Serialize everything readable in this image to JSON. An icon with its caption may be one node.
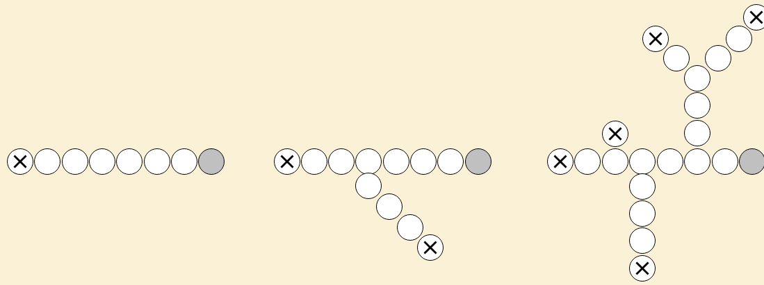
{
  "diagram": {
    "nodes": [
      {
        "text": [],
        "shape": "circle"
      },
      {
        "text": [],
        "shape": "circle"
      },
      {
        "text": [],
        "shape": "circle"
      },
      {
        "text": [],
        "shape": "circle"
      },
      {
        "text": [],
        "shape": "circle"
      },
      {
        "text": [],
        "shape": "circle"
      },
      {
        "text": [],
        "shape": "circle"
      },
      {
        "text": [],
        "shape": "circle"
      },
      {
        "text": [],
        "shape": "circle"
      },
      {
        "text": [],
        "shape": "circle"
      },
      {
        "text": [],
        "shape": "circle"
      },
      {
        "text": [],
        "shape": "circle"
      },
      {
        "text": [],
        "shape": "circle"
      },
      {
        "text": [],
        "shape": "circle"
      },
      {
        "text": [],
        "shape": "circle"
      },
      {
        "text": [],
        "shape": "circle"
      },
      {
        "text": [],
        "shape": "circle"
      },
      {
        "text": [],
        "shape": "circle"
      },
      {
        "text": [],
        "shape": "circle"
      },
      {
        "text": [],
        "shape": "circle"
      },
      {
        "text": [],
        "shape": "circle"
      },
      {
        "text": [],
        "shape": "circle"
      },
      {
        "text": [],
        "shape": "circle"
      },
      {
        "text": [],
        "shape": "circle"
      },
      {
        "text": [],
        "shape": "circle"
      },
      {
        "text": [],
        "shape": "circle"
      },
      {
        "text": [],
        "shape": "circle"
      },
      {
        "text": [],
        "shape": "circle"
      },
      {
        "text": [],
        "shape": "circle"
      },
      {
        "text": [],
        "shape": "circle"
      },
      {
        "text": [],
        "shape": "circle"
      },
      {
        "text": [],
        "shape": "circle"
      },
      {
        "text": [],
        "shape": "circle"
      },
      {
        "text": [],
        "shape": "circle"
      },
      {
        "text": [],
        "shape": "circle"
      },
      {
        "text": [],
        "shape": "circle"
      },
      {
        "text": [],
        "shape": "circle"
      },
      {
        "text": [],
        "shape": "circle"
      },
      {
        "text": [],
        "shape": "circle"
      },
      {
        "text": [],
        "shape": "circle"
      },
      {
        "text": [],
        "shape": "circle"
      }
    ]
  }
}
